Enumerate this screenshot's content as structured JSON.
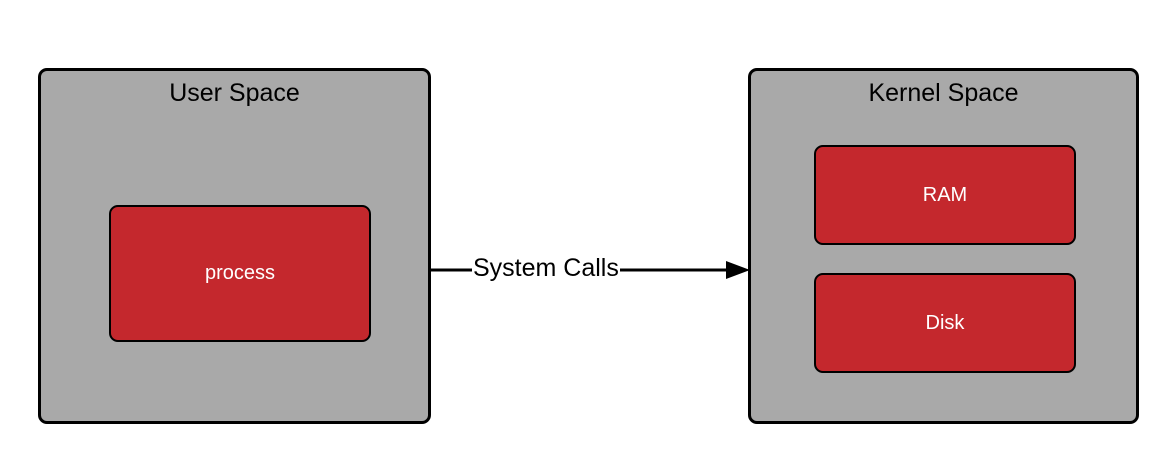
{
  "diagram": {
    "user_space": {
      "title": "User Space",
      "process": "process"
    },
    "kernel_space": {
      "title": "Kernel Space",
      "ram": "RAM",
      "disk": "Disk"
    },
    "edge": {
      "label": "System Calls"
    }
  },
  "colors": {
    "container_fill": "#a9a9a9",
    "block_fill": "#c4282d",
    "outline": "#000000",
    "block_text": "#ffffff"
  }
}
